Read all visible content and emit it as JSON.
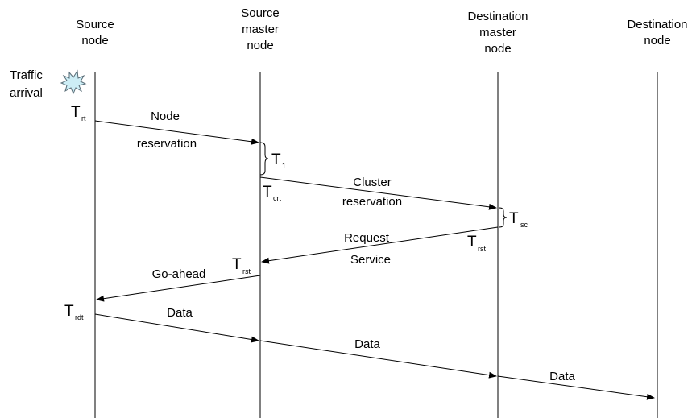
{
  "nodes": {
    "source": [
      "Source",
      "node"
    ],
    "source_master": [
      "Source",
      "master",
      "node"
    ],
    "dest_master": [
      "Destination",
      "master",
      "node"
    ],
    "destination": [
      "Destination",
      "node"
    ]
  },
  "event": {
    "line1": "Traffic",
    "line2": "arrival"
  },
  "messages": {
    "node_reservation": [
      "Node",
      "reservation"
    ],
    "cluster_reservation": [
      "Cluster",
      "reservation"
    ],
    "request_service": [
      "Request",
      "Service"
    ],
    "go_ahead": "Go-ahead",
    "data": "Data"
  },
  "timings": {
    "t_rt": {
      "main": "T",
      "sub": "rt"
    },
    "t_1": {
      "main": "T",
      "sub": "1"
    },
    "t_crt": {
      "main": "T",
      "sub": "crt"
    },
    "t_sc": {
      "main": "T",
      "sub": "sc"
    },
    "t_rst_dest": {
      "main": "T",
      "sub": "rst"
    },
    "t_rst_src": {
      "main": "T",
      "sub": "rst"
    },
    "t_rdt": {
      "main": "T",
      "sub": "rdt"
    }
  },
  "colors": {
    "line": "#000000",
    "burst_fill": "#cdeef6",
    "burst_stroke": "#5a6e78"
  }
}
